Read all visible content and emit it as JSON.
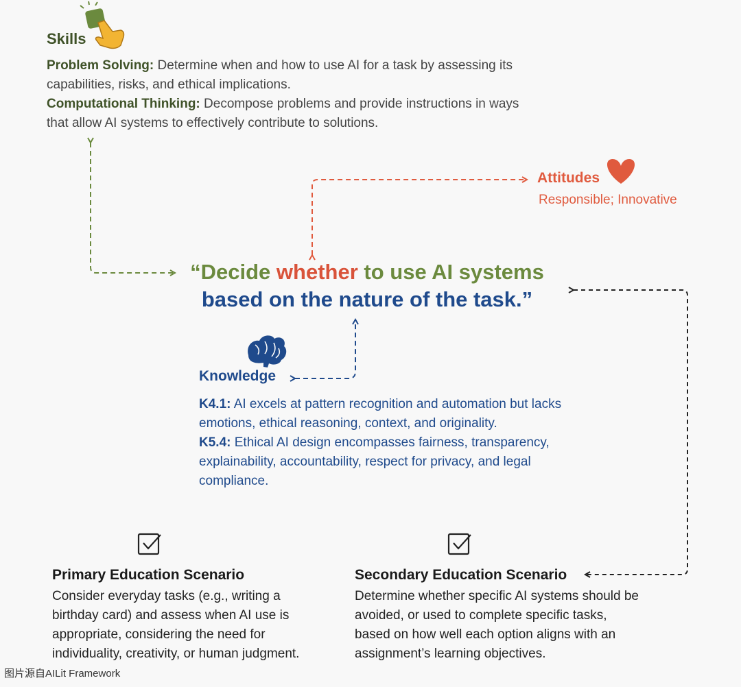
{
  "skills": {
    "title": "Skills",
    "items": [
      {
        "label": "Problem Solving:",
        "text": " Determine when and how to use AI for a task by assessing its capabilities, risks, and ethical implications."
      },
      {
        "label": "Computational Thinking:",
        "text": " Decompose problems and provide instructions in ways that allow AI systems to effectively contribute to solutions."
      }
    ]
  },
  "attitudes": {
    "title": "Attitudes",
    "value": "Responsible; Innovative"
  },
  "quote": {
    "part1": "“Decide ",
    "part2": "whether",
    "part3": " to use AI systems",
    "line2": "based on the nature of the task.”"
  },
  "knowledge": {
    "title": "Knowledge",
    "items": [
      {
        "label": "K4.1:",
        "text": " AI excels at pattern recognition and automation but lacks emotions, ethical reasoning, context, and originality."
      },
      {
        "label": "K5.4:",
        "text": " Ethical AI design encompasses fairness, transparency, explainability, accountability, respect for privacy, and legal compliance."
      }
    ]
  },
  "primary": {
    "title": "Primary Education Scenario",
    "body": "Consider everyday tasks (e.g., writing a birthday card) and assess when AI use is appropriate, considering the need for individuality, creativity, or human judgment."
  },
  "secondary": {
    "title": "Secondary Education Scenario",
    "body": "Determine whether specific AI systems should be avoided, or used to complete specific tasks, based on how well each option aligns with an assignment’s learning objectives."
  },
  "caption": "图片源自AILit Framework",
  "colors": {
    "green": "#6b8a3e",
    "red": "#e05a3e",
    "blue": "#1f4a8c",
    "dark": "#222222"
  },
  "icons": [
    "pointing-hand-icon",
    "heart-icon",
    "brain-icon",
    "checkbox-icon"
  ]
}
